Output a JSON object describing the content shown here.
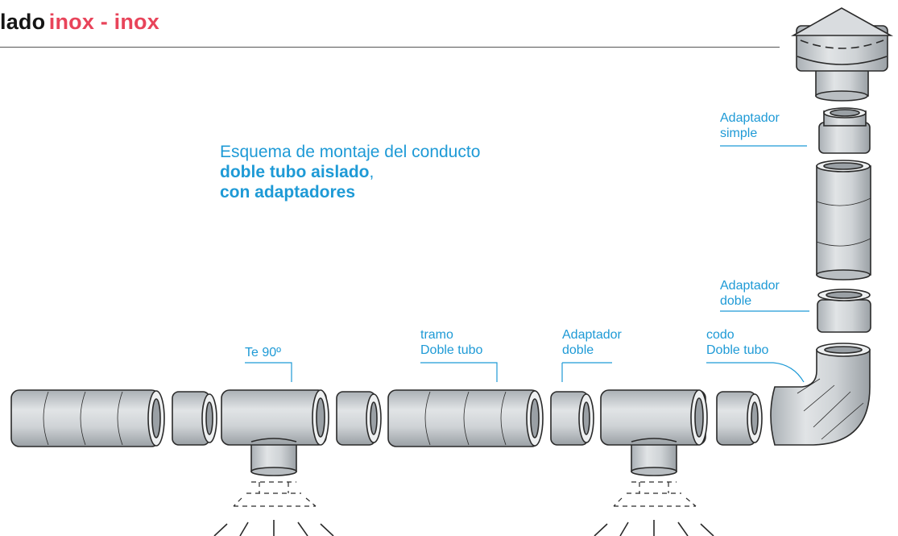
{
  "header": {
    "title_dark": "lado",
    "title_red": "inox - inox"
  },
  "caption": {
    "line1": "Esquema de montaje del conducto",
    "line2_bold": "doble tubo aislado",
    "line2_tail": ",",
    "line3_bold": "con adaptadores"
  },
  "labels": {
    "adaptador_simple": [
      "Adaptador",
      "simple"
    ],
    "adaptador_doble_vertical": [
      "Adaptador",
      "doble"
    ],
    "te": "Te 90º",
    "tramo": [
      "tramo",
      "Doble tubo"
    ],
    "adaptador_doble_horizontal": [
      "Adaptador",
      "doble"
    ],
    "codo": [
      "codo",
      "Doble tubo"
    ]
  },
  "colors": {
    "brand_red": "#e8445a",
    "accent_blue": "#1e9ad6",
    "metal": "#c7ccd0",
    "outline": "#2a2a2a"
  }
}
